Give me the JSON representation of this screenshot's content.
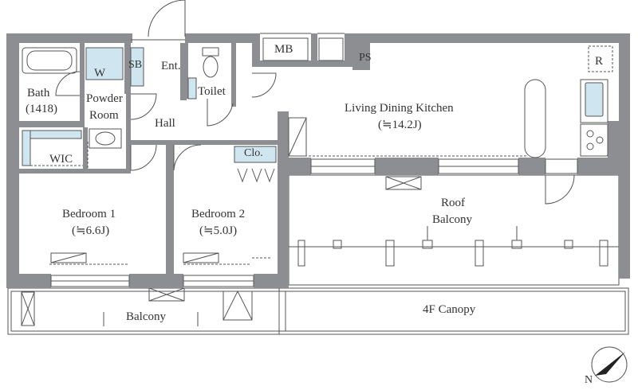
{
  "rooms": {
    "bath_name": "Bath",
    "bath_size": "(1418)",
    "washer": "W",
    "powder_line1": "Powder",
    "powder_line2": "Room",
    "shoe_box": "SB",
    "entrance": "Ent.",
    "toilet": "Toilet",
    "hall": "Hall",
    "wic": "WIC",
    "closet": "Clo.",
    "meter_box": "MB",
    "pipe_space": "PS",
    "refrigerator": "R",
    "ldk_name": "Living Dining Kitchen",
    "ldk_size": "(≒14.2J)",
    "bed1_name": "Bedroom 1",
    "bed1_size": "(≒6.6J)",
    "bed2_name": "Bedroom 2",
    "bed2_size": "(≒5.0J)",
    "roof_line1": "Roof",
    "roof_line2": "Balcony",
    "balcony": "Balcony",
    "canopy": "4F Canopy"
  },
  "compass": {
    "label": "N"
  },
  "colors": {
    "wall": "#8c8e91",
    "fixture": "#cfe6f1",
    "line": "#555555"
  }
}
